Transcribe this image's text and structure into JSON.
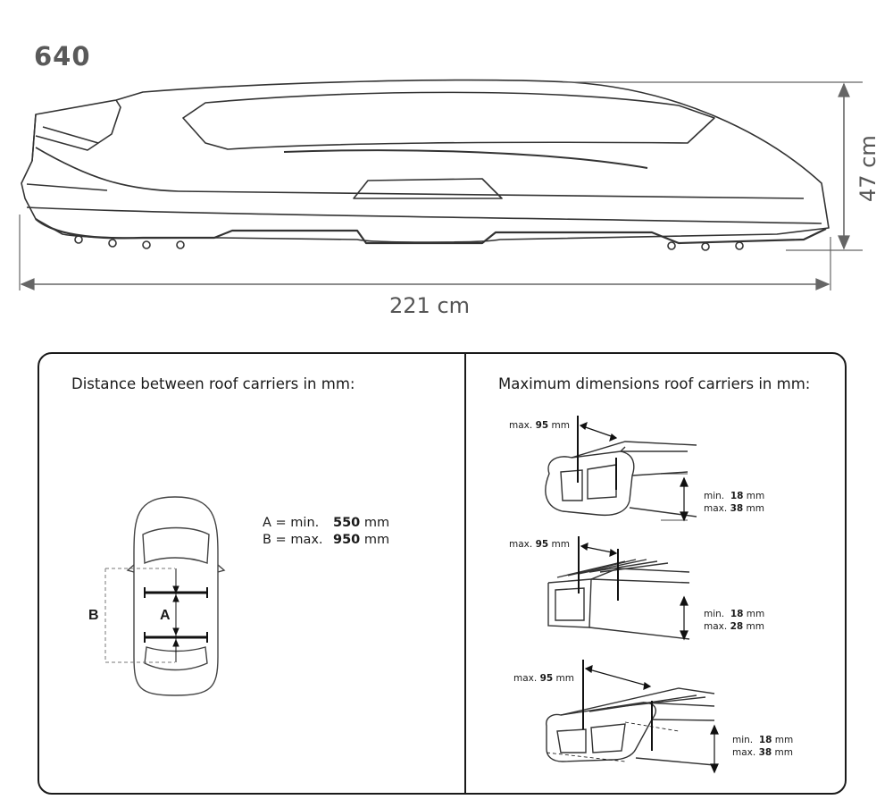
{
  "model": "640",
  "dimensions": {
    "length": "221 cm",
    "height": "47 cm"
  },
  "left_panel": {
    "title": "Distance between roof carriers in mm:",
    "spec_a": {
      "label": "A = min.",
      "value": "550",
      "unit": "mm"
    },
    "spec_b": {
      "label": "B = max.",
      "value": "950",
      "unit": "mm"
    },
    "marker_a": "A",
    "marker_b": "B"
  },
  "right_panel": {
    "title": "Maximum dimensions roof carriers in mm:",
    "carriers": [
      {
        "width_prefix": "max.",
        "width_value": "95",
        "width_unit": "mm",
        "min_prefix": "min.",
        "min_value": "18",
        "min_unit": "mm",
        "max_prefix": "max.",
        "max_value": "38",
        "max_unit": "mm"
      },
      {
        "width_prefix": "max.",
        "width_value": "95",
        "width_unit": "mm",
        "min_prefix": "min.",
        "min_value": "18",
        "min_unit": "mm",
        "max_prefix": "max.",
        "max_value": "28",
        "max_unit": "mm"
      },
      {
        "width_prefix": "max.",
        "width_value": "95",
        "width_unit": "mm",
        "min_prefix": "min.",
        "min_value": "18",
        "min_unit": "mm",
        "max_prefix": "max.",
        "max_value": "38",
        "max_unit": "mm"
      }
    ]
  }
}
